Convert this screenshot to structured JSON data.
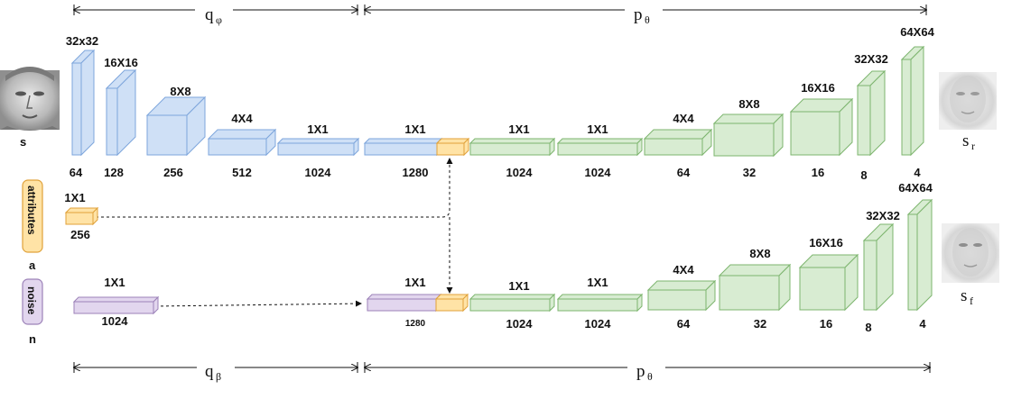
{
  "colors": {
    "encoder": "#cfe0f6",
    "encoder_stroke": "#7ea6dc",
    "decoder": "#d8ecd2",
    "decoder_stroke": "#7db56e",
    "attr": "#ffe3a6",
    "attr_stroke": "#e0a23a",
    "noise": "#e2d6ee",
    "noise_stroke": "#9c82b8"
  },
  "top": {
    "encoder_label": "q",
    "encoder_sub": "φ",
    "decoder_label": "p",
    "decoder_sub": "θ",
    "input_label": "s",
    "output_label": "s",
    "output_sub": "r",
    "blocks": [
      {
        "size": "32x32",
        "channels": "64"
      },
      {
        "size": "16X16",
        "channels": "128"
      },
      {
        "size": "8X8",
        "channels": "256"
      },
      {
        "size": "4X4",
        "channels": "512"
      },
      {
        "size": "1X1",
        "channels": "1024"
      },
      {
        "size": "1X1",
        "channels": "1280"
      },
      {
        "size": "1X1",
        "channels": "1024"
      },
      {
        "size": "1X1",
        "channels": "1024"
      },
      {
        "size": "4X4",
        "channels": "64"
      },
      {
        "size": "8X8",
        "channels": "32"
      },
      {
        "size": "16X16",
        "channels": "16"
      },
      {
        "size": "32X32",
        "channels": "8"
      },
      {
        "size": "64X64",
        "channels": "4"
      }
    ]
  },
  "attributes": {
    "label": "attributes",
    "var": "a",
    "size": "1X1",
    "channels": "256"
  },
  "noise": {
    "label": "noise",
    "var": "n",
    "size": "1X1",
    "channels": "1024"
  },
  "bottom": {
    "encoder_label": "q",
    "encoder_sub": "β",
    "decoder_label": "p",
    "decoder_sub": "θ",
    "output_label": "s",
    "output_sub": "f",
    "blocks": [
      {
        "size": "1X1",
        "channels": "1280"
      },
      {
        "size": "1X1",
        "channels": "1024"
      },
      {
        "size": "1X1",
        "channels": "1024"
      },
      {
        "size": "4X4",
        "channels": "64"
      },
      {
        "size": "8X8",
        "channels": "32"
      },
      {
        "size": "16X16",
        "channels": "16"
      },
      {
        "size": "32X32",
        "channels": "8"
      },
      {
        "size": "64X64",
        "channels": "4"
      }
    ]
  }
}
